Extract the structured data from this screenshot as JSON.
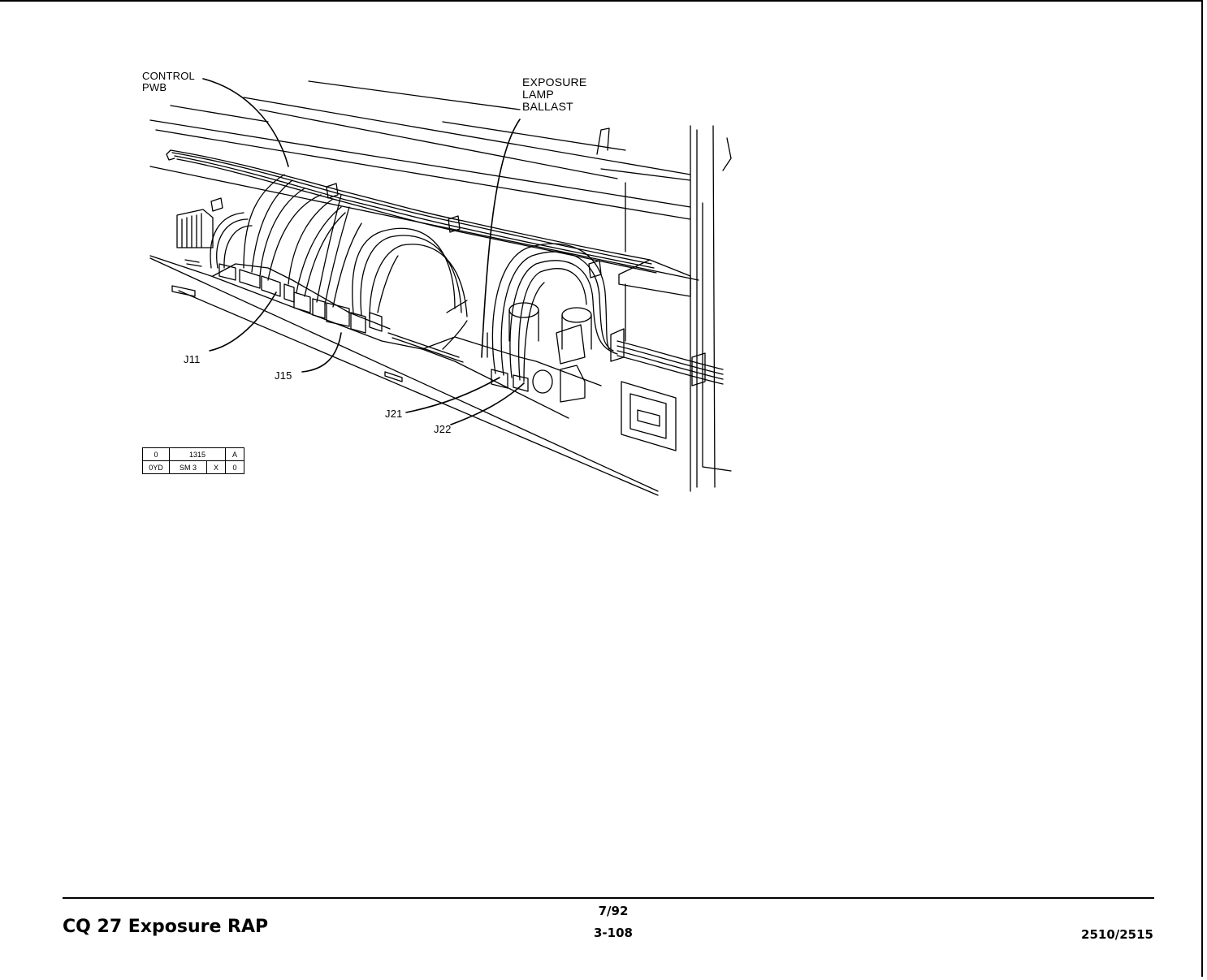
{
  "figure": {
    "callouts": {
      "control_pwb": "CONTROL\nPWB",
      "exposure_lamp_ballast": "EXPOSURE\nLAMP\nBALLAST",
      "j11": "J11",
      "j15": "J15",
      "j21": "J21",
      "j22": "J22"
    },
    "code_box": {
      "row1": [
        "0",
        "1315",
        "A"
      ],
      "row2": [
        "0YD",
        "SM 3",
        "X",
        "0"
      ]
    }
  },
  "footer": {
    "title": "CQ 27 Exposure RAP",
    "date": "7/92",
    "page": "3-108",
    "model": "2510/2515"
  }
}
